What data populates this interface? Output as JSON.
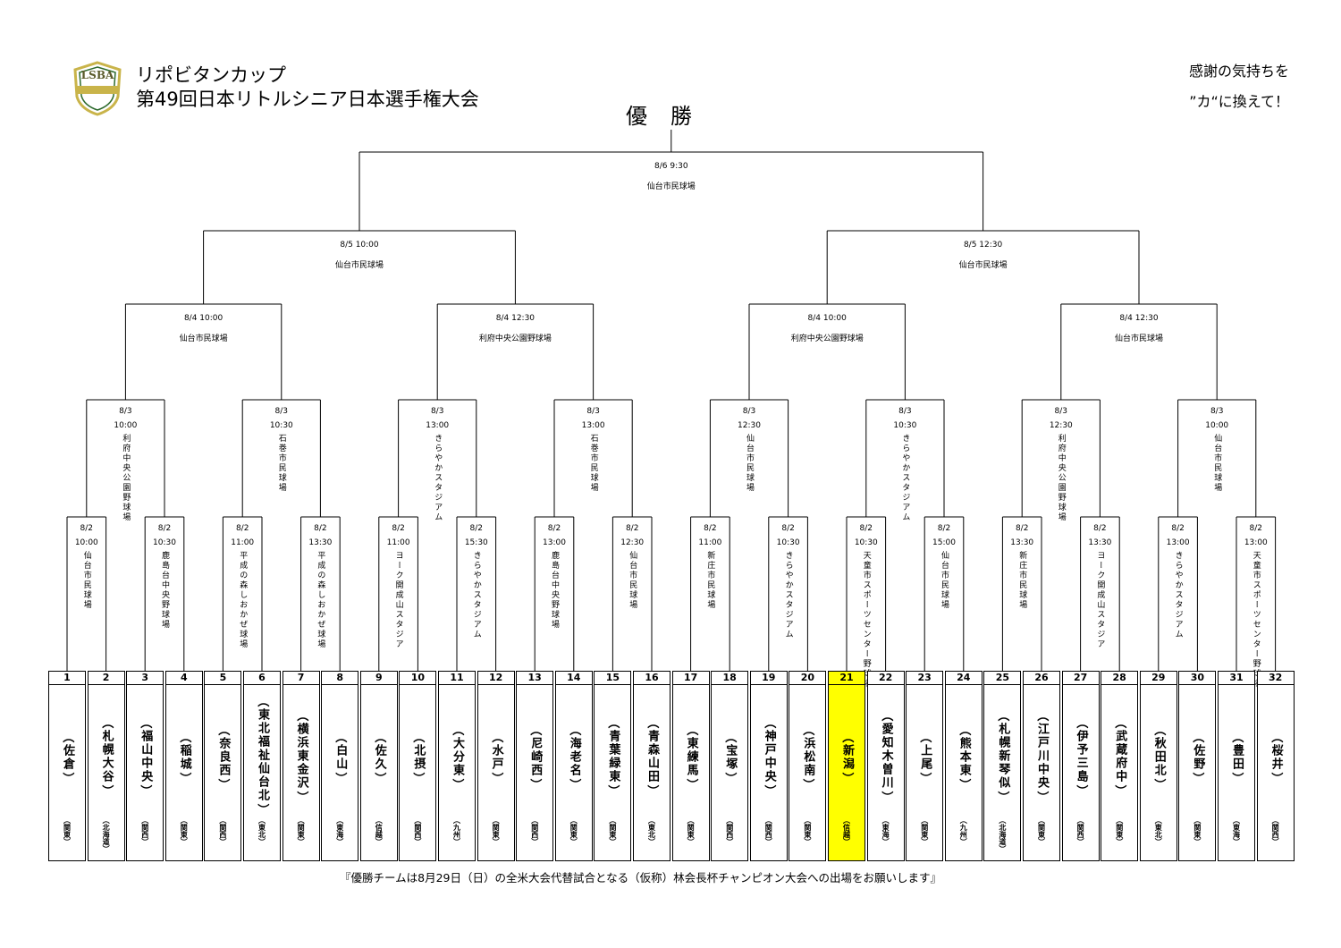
{
  "header": {
    "logo_text": "LSBA",
    "title_line1": "リポビタンカップ",
    "title_line2": "第49回日本リトルシニア日本選手権大会",
    "slogan_line1": "感謝の気持ちを",
    "slogan_line2": "”カ“に換えて！",
    "champion": "優勝"
  },
  "footer": "『優勝チームは8月29日（日）の全米大会代替試合となる（仮称）林会長杯チャンピオン大会への出場をお願いします』",
  "teams": [
    {
      "num": "1",
      "name": "佐倉",
      "region": "関東",
      "highlight": false
    },
    {
      "num": "2",
      "name": "札幌大谷",
      "region": "北海道",
      "highlight": false
    },
    {
      "num": "3",
      "name": "福山中央",
      "region": "関西",
      "highlight": false
    },
    {
      "num": "4",
      "name": "稲城",
      "region": "関東",
      "highlight": false
    },
    {
      "num": "5",
      "name": "奈良西",
      "region": "関西",
      "highlight": false
    },
    {
      "num": "6",
      "name": "東北福祉仙台北",
      "region": "東北",
      "highlight": false
    },
    {
      "num": "7",
      "name": "横浜東金沢",
      "region": "関東",
      "highlight": false
    },
    {
      "num": "8",
      "name": "白山",
      "region": "東海",
      "highlight": false
    },
    {
      "num": "9",
      "name": "佐久",
      "region": "信越",
      "highlight": false
    },
    {
      "num": "10",
      "name": "北摂",
      "region": "関西",
      "highlight": false
    },
    {
      "num": "11",
      "name": "大分東",
      "region": "九州",
      "highlight": false
    },
    {
      "num": "12",
      "name": "水戸",
      "region": "関東",
      "highlight": false
    },
    {
      "num": "13",
      "name": "尼崎西",
      "region": "関西",
      "highlight": false
    },
    {
      "num": "14",
      "name": "海老名",
      "region": "関東",
      "highlight": false
    },
    {
      "num": "15",
      "name": "青葉緑東",
      "region": "関東",
      "highlight": false
    },
    {
      "num": "16",
      "name": "青森山田",
      "region": "東北",
      "highlight": false
    },
    {
      "num": "17",
      "name": "東練馬",
      "region": "関東",
      "highlight": false
    },
    {
      "num": "18",
      "name": "宝塚",
      "region": "関西",
      "highlight": false
    },
    {
      "num": "19",
      "name": "神戸中央",
      "region": "関西",
      "highlight": false
    },
    {
      "num": "20",
      "name": "浜松南",
      "region": "関東",
      "highlight": false
    },
    {
      "num": "21",
      "name": "新潟",
      "region": "信越",
      "highlight": true
    },
    {
      "num": "22",
      "name": "愛知木曽川",
      "region": "東海",
      "highlight": false
    },
    {
      "num": "23",
      "name": "上尾",
      "region": "関東",
      "highlight": false
    },
    {
      "num": "24",
      "name": "熊本東",
      "region": "九州",
      "highlight": false
    },
    {
      "num": "25",
      "name": "札幌新琴似",
      "region": "北海道",
      "highlight": false
    },
    {
      "num": "26",
      "name": "江戸川中央",
      "region": "関東",
      "highlight": false
    },
    {
      "num": "27",
      "name": "伊予三島",
      "region": "関西",
      "highlight": false
    },
    {
      "num": "28",
      "name": "武蔵府中",
      "region": "関東",
      "highlight": false
    },
    {
      "num": "29",
      "name": "秋田北",
      "region": "東北",
      "highlight": false
    },
    {
      "num": "30",
      "name": "佐野",
      "region": "関東",
      "highlight": false
    },
    {
      "num": "31",
      "name": "豊田",
      "region": "東海",
      "highlight": false
    },
    {
      "num": "32",
      "name": "桜井",
      "region": "関西",
      "highlight": false
    }
  ],
  "rounds": {
    "round1": [
      {
        "date": "8/2",
        "time": "10:00",
        "venue": "仙台市民球場"
      },
      {
        "date": "8/2",
        "time": "10:30",
        "venue": "鹿島台中央野球場"
      },
      {
        "date": "8/2",
        "time": "11:00",
        "venue": "平成の森しおかぜ球場"
      },
      {
        "date": "8/2",
        "time": "13:30",
        "venue": "平成の森しおかぜ球場"
      },
      {
        "date": "8/2",
        "time": "11:00",
        "venue": "ヨーク開成山スタジア"
      },
      {
        "date": "8/2",
        "time": "15:30",
        "venue": "きらやかスタジアム"
      },
      {
        "date": "8/2",
        "time": "13:00",
        "venue": "鹿島台中央野球場"
      },
      {
        "date": "8/2",
        "time": "12:30",
        "venue": "仙台市民球場"
      },
      {
        "date": "8/2",
        "time": "11:00",
        "venue": "新庄市民球場"
      },
      {
        "date": "8/2",
        "time": "10:30",
        "venue": "きらやかスタジアム"
      },
      {
        "date": "8/2",
        "time": "10:30",
        "venue": "天童市スポーツセンター野球場"
      },
      {
        "date": "8/2",
        "time": "15:00",
        "venue": "仙台市民球場"
      },
      {
        "date": "8/2",
        "time": "13:30",
        "venue": "新庄市民球場"
      },
      {
        "date": "8/2",
        "time": "13:30",
        "venue": "ヨーク開成山スタジア"
      },
      {
        "date": "8/2",
        "time": "13:00",
        "venue": "きらやかスタジアム"
      },
      {
        "date": "8/2",
        "time": "13:00",
        "venue": "天童市スポーツセンター野球場"
      }
    ],
    "round2": [
      {
        "date": "8/3",
        "time": "10:00",
        "venue": "利府中央公園野球場"
      },
      {
        "date": "8/3",
        "time": "10:30",
        "venue": "石巻市民球場"
      },
      {
        "date": "8/3",
        "time": "13:00",
        "venue": "きらやかスタジアム"
      },
      {
        "date": "8/3",
        "time": "13:00",
        "venue": "石巻市民球場"
      },
      {
        "date": "8/3",
        "time": "12:30",
        "venue": "仙台市民球場"
      },
      {
        "date": "8/3",
        "time": "10:30",
        "venue": "きらやかスタジアム"
      },
      {
        "date": "8/3",
        "time": "12:30",
        "venue": "利府中央公園野球場"
      },
      {
        "date": "8/3",
        "time": "10:00",
        "venue": "仙台市民球場"
      }
    ],
    "round3": [
      {
        "date": "8/4",
        "time": "10:00",
        "venue": "仙台市民球場"
      },
      {
        "date": "8/4",
        "time": "12:30",
        "venue": "利府中央公園野球場"
      },
      {
        "date": "8/4",
        "time": "10:00",
        "venue": "利府中央公園野球場"
      },
      {
        "date": "8/4",
        "time": "12:30",
        "venue": "仙台市民球場"
      }
    ],
    "round4": [
      {
        "date": "8/5",
        "time": "10:00",
        "venue": "仙台市民球場"
      },
      {
        "date": "8/5",
        "time": "12:30",
        "venue": "仙台市民球場"
      }
    ],
    "final": [
      {
        "date": "8/6",
        "time": "9:30",
        "venue": "仙台市民球場"
      }
    ]
  },
  "colors": {
    "highlight": "#ffff00",
    "line": "#000000",
    "logo_gold": "#c9b44a",
    "logo_green": "#2e6b2e"
  }
}
